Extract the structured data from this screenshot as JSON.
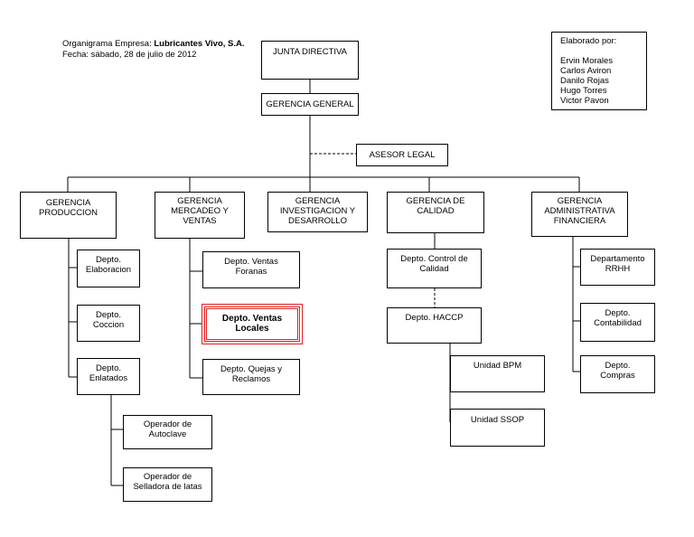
{
  "header": {
    "company_prefix": "Organigrama Empresa:",
    "company_name": "Lubricantes Vivo, S.A.",
    "date": "Fecha: sábado, 28 de julio de 2012"
  },
  "credits": {
    "title": "Elaborado por:",
    "names": [
      "Ervin Morales",
      "Carlos Aviron",
      "Danilo Rojas",
      "Hugo Torres",
      "Victor Pavon"
    ]
  },
  "nodes": {
    "junta": "JUNTA DIRECTIVA",
    "gerencia_general": "GERENCIA GENERAL",
    "asesor_legal": "ASESOR LEGAL",
    "g_produccion": [
      "GERENCIA",
      "PRODUCCION"
    ],
    "g_mercadeo": [
      "GERENCIA",
      "MERCADEO Y",
      "VENTAS"
    ],
    "g_investigacion": [
      "GERENCIA",
      "INVESTIGACION Y",
      "DESARROLLO"
    ],
    "g_calidad": [
      "GERENCIA DE",
      "CALIDAD"
    ],
    "g_administrativa": [
      "GERENCIA",
      "ADMINISTRATIVA",
      "FINANCIERA"
    ],
    "d_elaboracion": [
      "Depto.",
      "Elaboracion"
    ],
    "d_coccion": [
      "Depto.",
      "Coccion"
    ],
    "d_enlatados": [
      "Depto.",
      "Enlatados"
    ],
    "op_autoclave": [
      "Operador de",
      "Autoclave"
    ],
    "op_selladora": [
      "Operador de",
      "Selladora de latas"
    ],
    "d_ventas_foranas": [
      "Depto. Ventas",
      "Foranas"
    ],
    "d_ventas_locales": [
      "Depto. Ventas",
      "Locales"
    ],
    "d_quejas": [
      "Depto. Quejas y",
      "Reclamos"
    ],
    "d_control_calidad": [
      "Depto. Control de",
      "Calidad"
    ],
    "d_haccp": [
      "Depto. HACCP"
    ],
    "u_bpm": [
      "Unidad BPM"
    ],
    "u_ssop": [
      "Unidad SSOP"
    ],
    "d_rrhh": [
      "Departamento",
      "RRHH"
    ],
    "d_contabilidad": [
      "Depto.",
      "Contabilidad"
    ],
    "d_compras": [
      "Depto.",
      "Compras"
    ]
  }
}
